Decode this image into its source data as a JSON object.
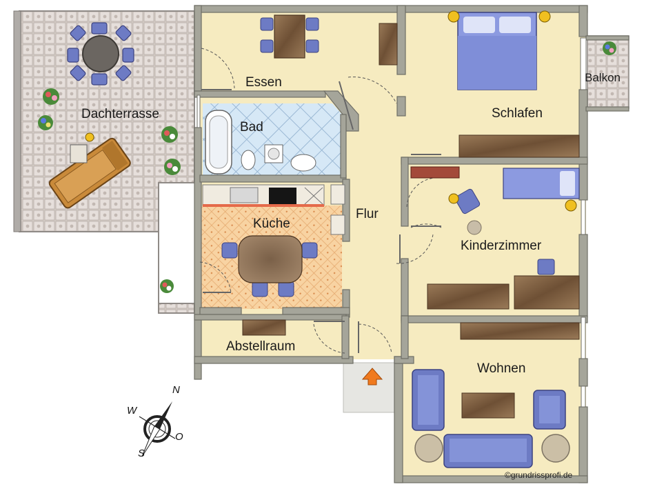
{
  "rooms": {
    "dachterrasse": "Dachterrasse",
    "essen": "Essen",
    "schlafen": "Schlafen",
    "balkon": "Balkon",
    "bad": "Bad",
    "kueche": "Küche",
    "flur": "Flur",
    "kinderzimmer": "Kinderzimmer",
    "abstellraum": "Abstellraum",
    "wohnen": "Wohnen"
  },
  "compass": {
    "n": "N",
    "w": "W",
    "o": "O",
    "s": "S"
  },
  "copyright": "©grundrissprofi.de",
  "colors": {
    "floor": "#f6ebc0",
    "wall": "#a5a59a",
    "wall_edge": "#6e6e66",
    "terrace": "#cfc8c2",
    "bath_tile": "#cfe3f4",
    "kitchen_tile": "#f7c98f",
    "furniture_blue": "#6d7bc4",
    "wood": "#8a6a48",
    "entrance_arrow": "#f07a1e"
  }
}
